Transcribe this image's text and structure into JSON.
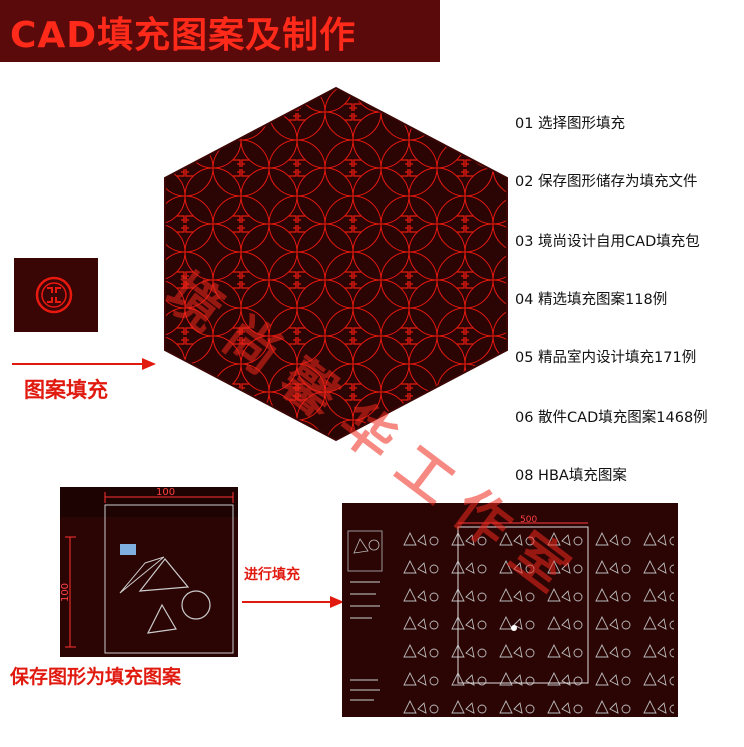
{
  "banner": {
    "title": "CAD填充图案及制作"
  },
  "features": [
    "01 选择图形填充",
    "02 保存图形储存为填充文件",
    "03 境尚设计自用CAD填充包",
    "04 精选填充图案118例",
    "05 精品室内设计填充171例",
    "06 散件CAD填充图案1468例",
    "08 HBA填充图案"
  ],
  "labels": {
    "pattern_fill": "图案填充",
    "do_fill": "进行填充",
    "save_as_pattern": "保存图形为填充图案"
  },
  "dimensions": {
    "left_top": "100",
    "left_side": "100",
    "right_top": "500"
  },
  "watermark": "境尚馨华工作室",
  "colors": {
    "banner_bg": "#5a0a0a",
    "accent_red": "#e11a10",
    "hex_bg": "#2b0404",
    "pattern_red": "#e8190f"
  }
}
